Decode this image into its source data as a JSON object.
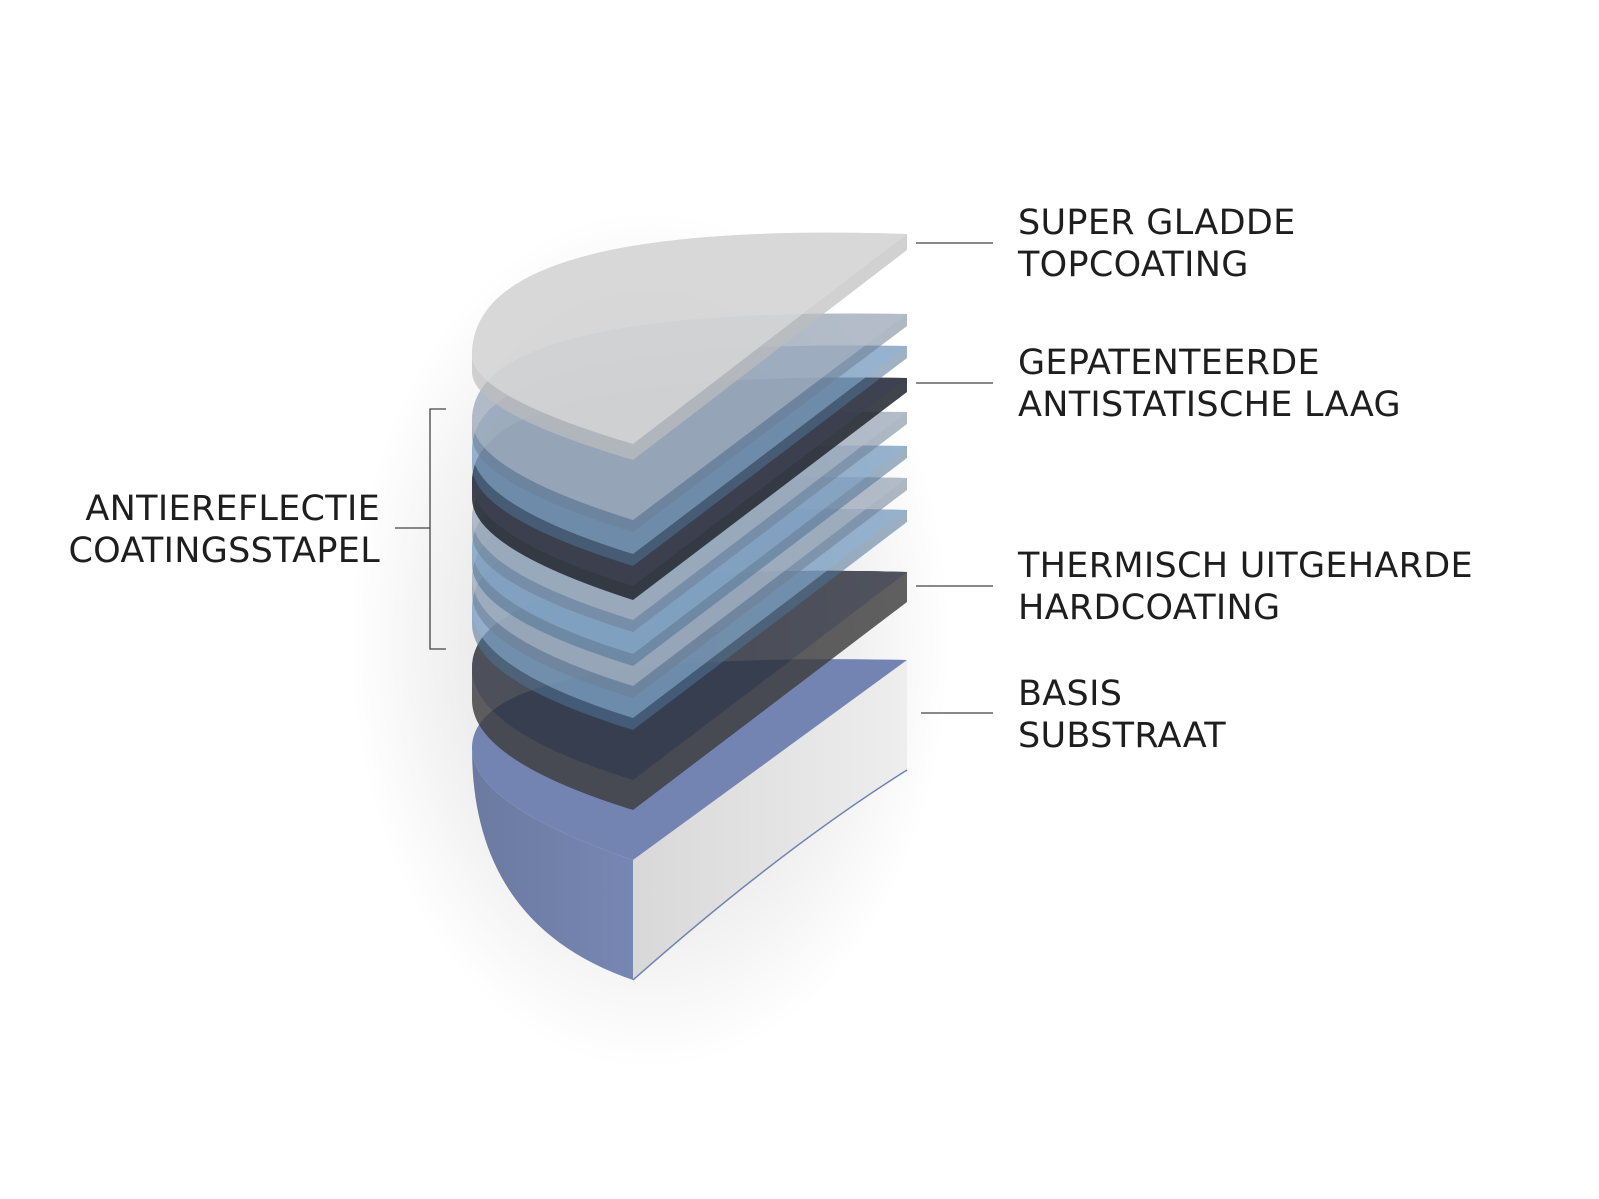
{
  "colors": {
    "background": "#ffffff",
    "topcoat": "#d4d4d4",
    "ar_light": "#a9b4c3",
    "ar_blue": "#7fa6cc",
    "ar_dark": "#2a2d33",
    "hardcoat": "#4a4a4a",
    "substrate_blue": "#6f7ea6",
    "substrate_face": "#e6e6e6",
    "leader_line": "#444444"
  },
  "labels": {
    "topcoat": {
      "line1": "SUPER GLADDE",
      "line2": "TOPCOATING"
    },
    "antistatic": {
      "line1": "GEPATENTEERDE",
      "line2": "ANTISTATISCHE LAAG"
    },
    "hardcoat": {
      "line1": "THERMISCH UITGEHARDE",
      "line2": "HARDCOATING"
    },
    "substrate": {
      "line1": "BASIS",
      "line2": "SUBSTRAAT"
    },
    "ar_stack": {
      "line1": "ANTIEREFLECTIE",
      "line2": "COATINGSSTAPEL"
    }
  }
}
